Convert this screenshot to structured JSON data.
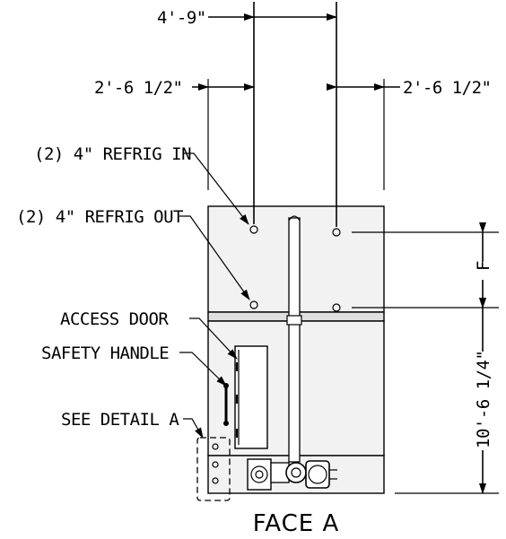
{
  "dimensions": {
    "overall_width": "4'-9\"",
    "left_offset": "2'-6 1/2\"",
    "right_offset": "2'-6 1/2\"",
    "height": "10'-6 1/4\"",
    "spacing": "F"
  },
  "callouts": {
    "refrig_in": "(2) 4\" REFRIG IN",
    "refrig_out": "(2) 4\" REFRIG OUT",
    "access_door": "ACCESS DOOR",
    "safety_handle": "SAFETY HANDLE",
    "see_detail": "SEE DETAIL A"
  },
  "view_title": "FACE A"
}
